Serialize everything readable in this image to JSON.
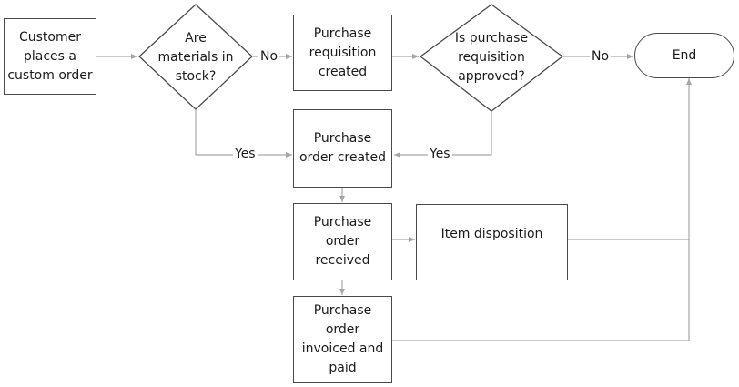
{
  "nodes": {
    "start": "Customer\nplaces a\ncustom order",
    "decision_stock": "Are\nmaterials in\nstock?",
    "requisition_created": "Purchase\nrequisition\ncreated",
    "decision_approved": "Is purchase\nrequisition\napproved?",
    "end": "End",
    "po_created": "Purchase\norder created",
    "po_received": "Purchase\norder\nreceived",
    "item_disposition": "Item disposition",
    "po_invoiced": "Purchase\norder\ninvoiced and\npaid"
  },
  "edge_labels": {
    "stock_no": "No",
    "approved_no": "No",
    "stock_yes": "Yes",
    "approved_yes": "Yes"
  },
  "colors": {
    "stroke": "#4a4a4a",
    "connector": "#a6a6a6",
    "text": "#1a1a1a"
  }
}
